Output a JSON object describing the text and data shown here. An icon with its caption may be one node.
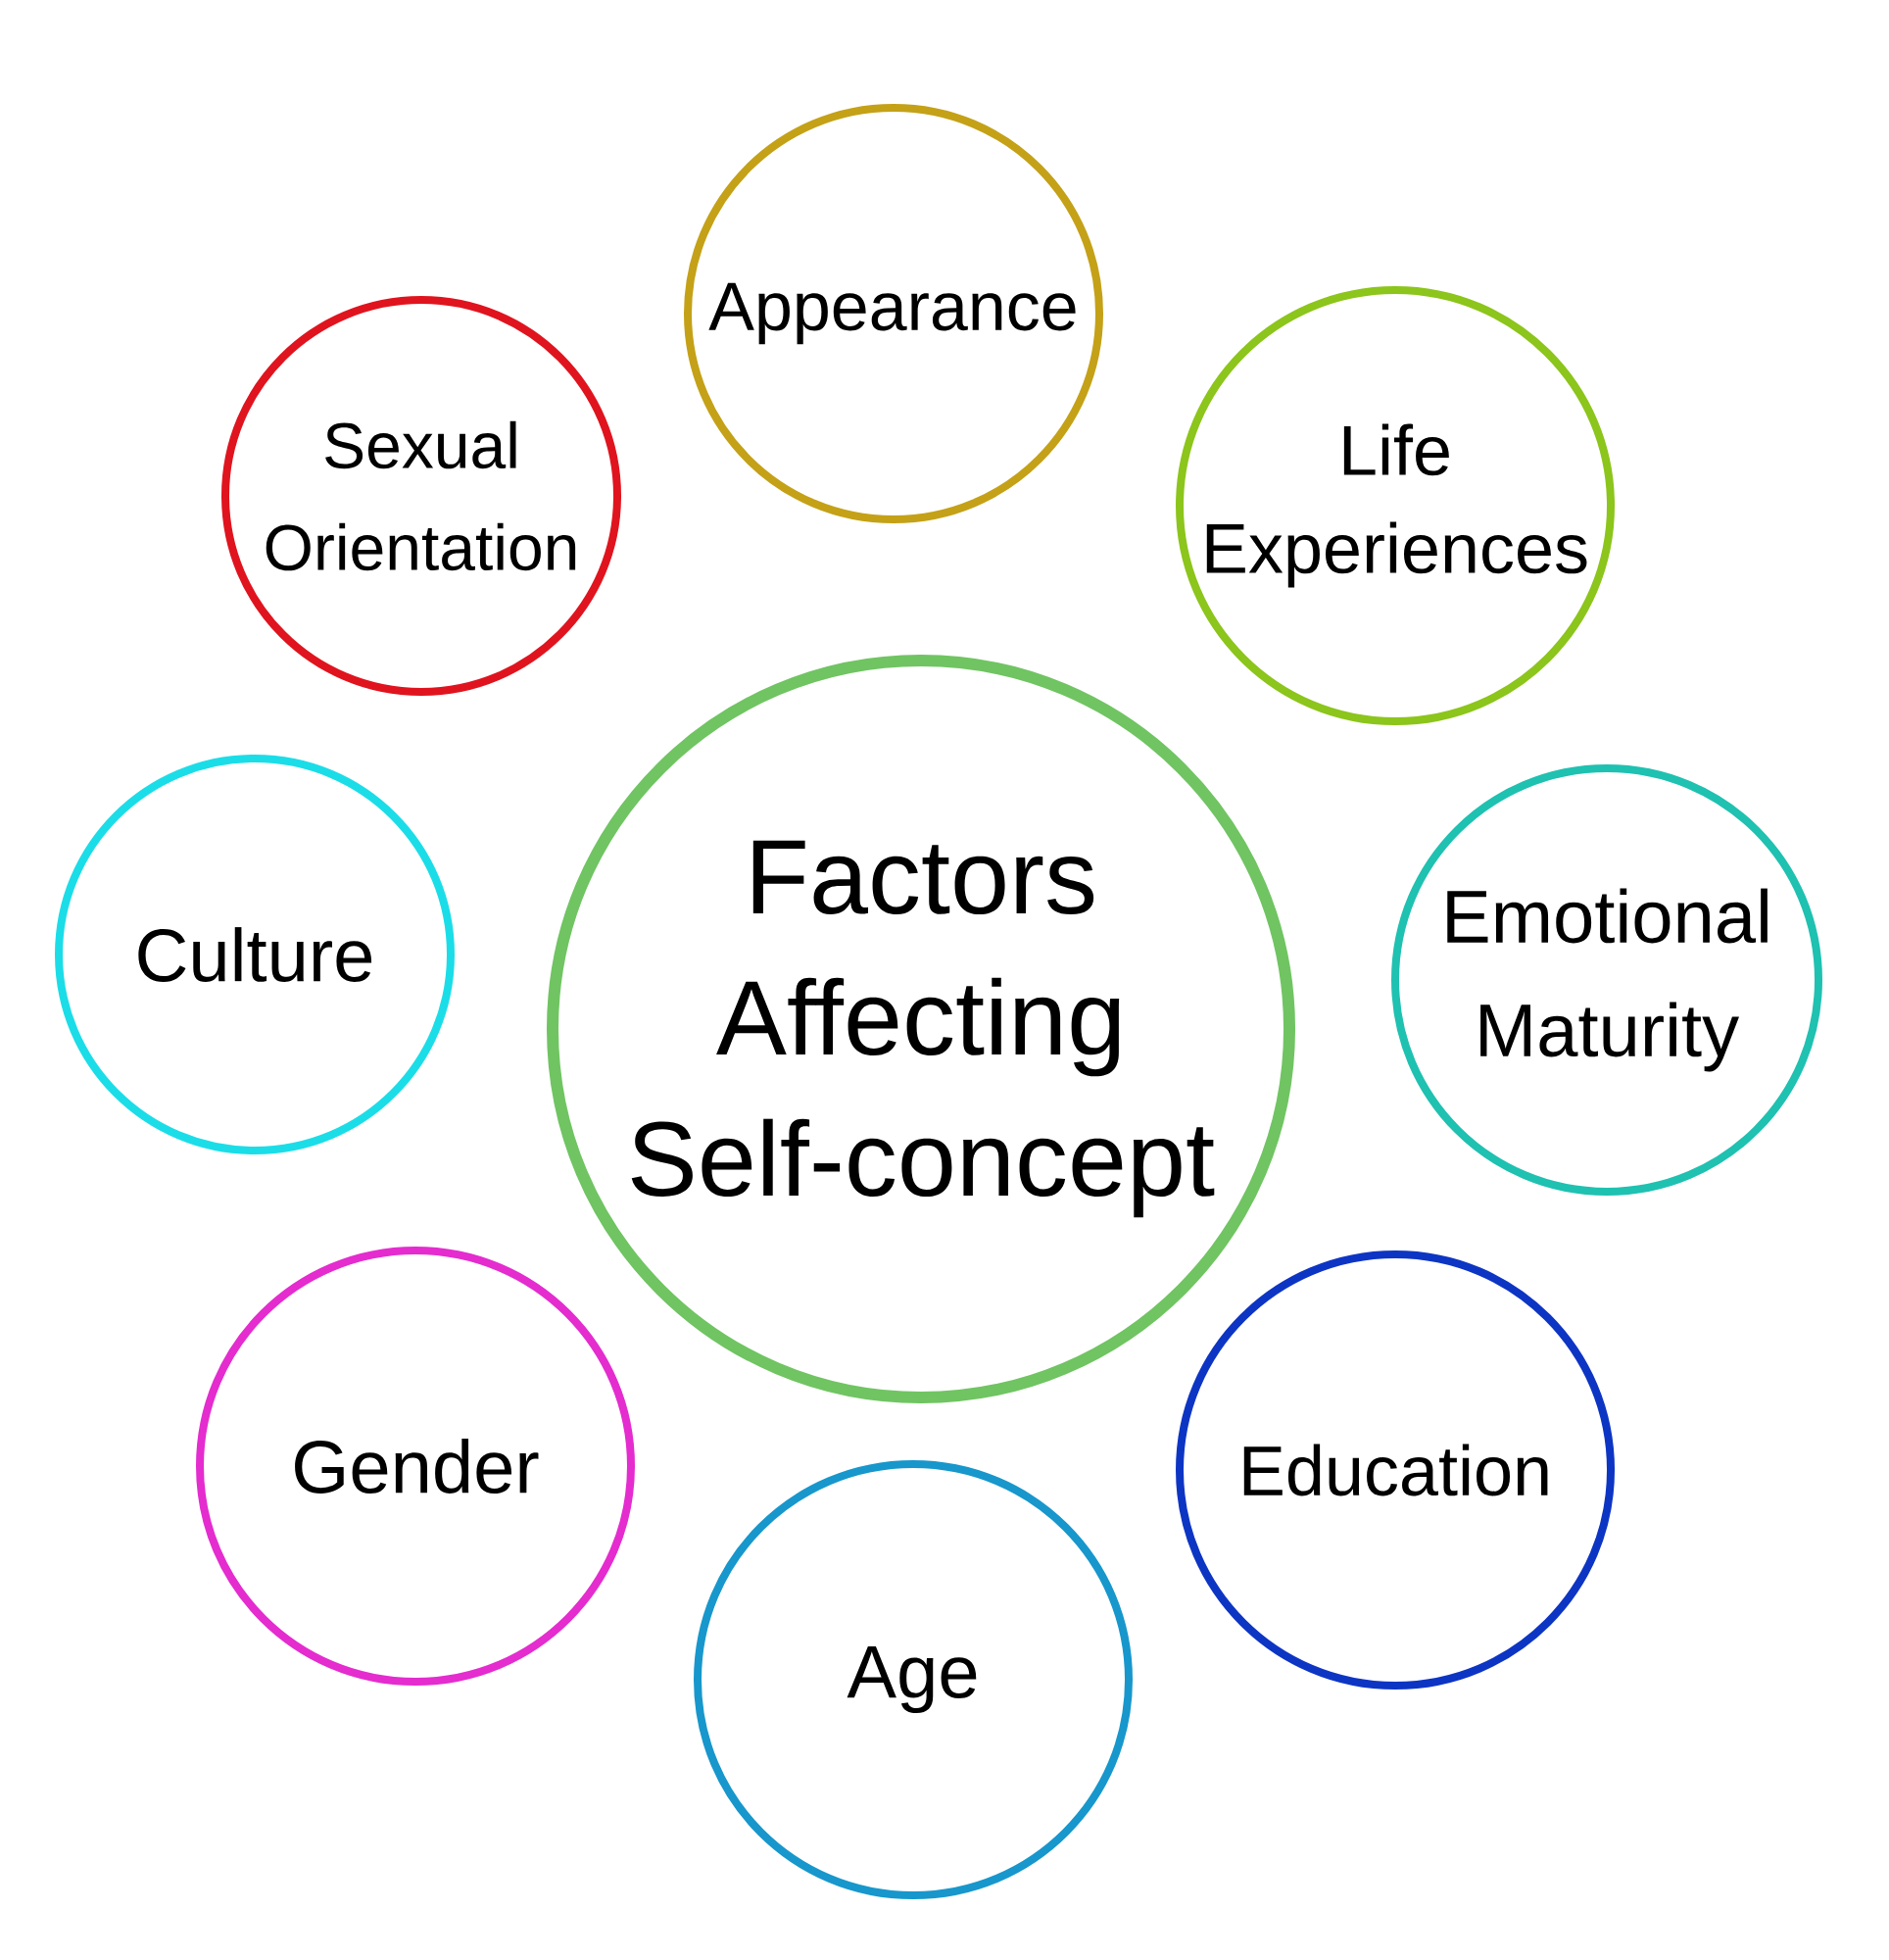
{
  "diagram": {
    "nodes": [
      {
        "text": [
          "Factors Affecting Self-concept"
        ]
      },
      {
        "text": [
          "Appearance"
        ]
      },
      {
        "text": [
          "Life Experiences"
        ]
      },
      {
        "text": [
          "Emotional Maturity"
        ]
      },
      {
        "text": [
          "Education"
        ]
      },
      {
        "text": [
          "Age"
        ]
      },
      {
        "text": [
          "Gender"
        ]
      },
      {
        "text": [
          "Culture"
        ]
      },
      {
        "text": [
          "Sexual Orientation"
        ]
      }
    ]
  }
}
